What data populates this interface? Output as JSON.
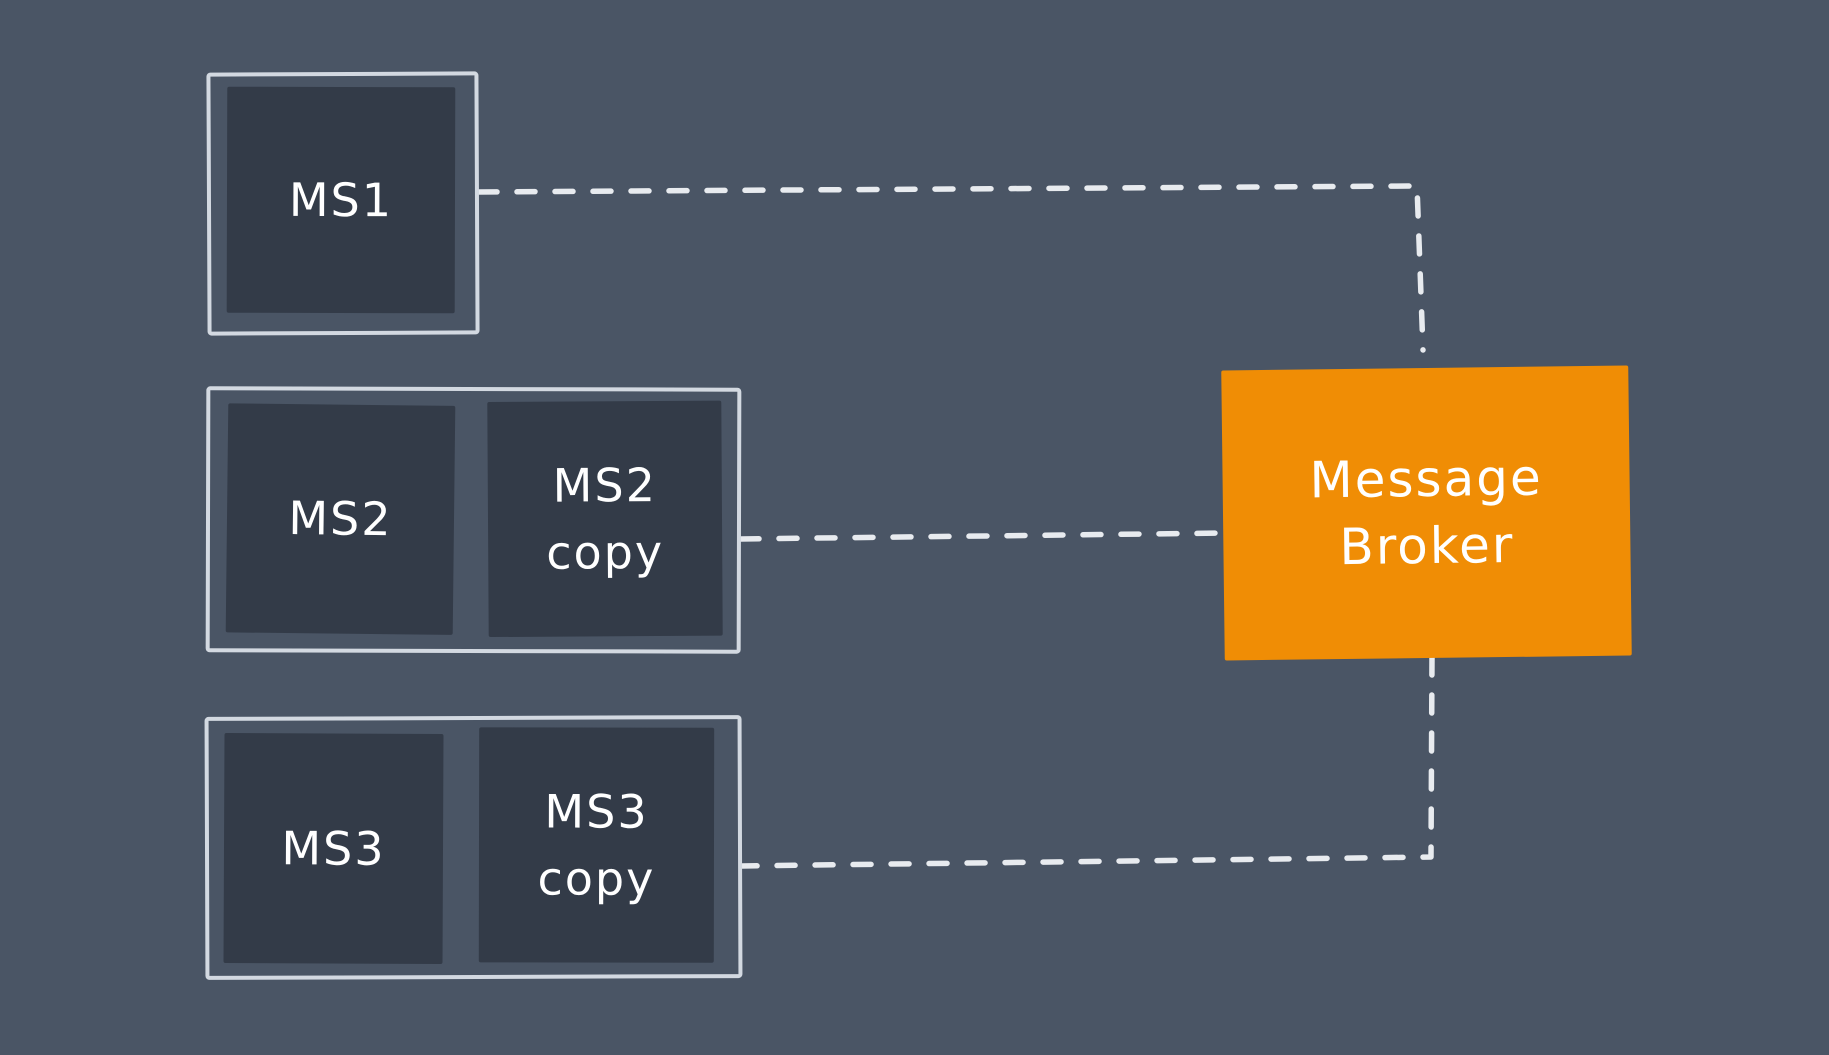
{
  "canvas": {
    "background": "#4a5565"
  },
  "colors": {
    "node_fill": "#333b48",
    "group_border": "#d3d9e1",
    "connector": "#e8ebef",
    "broker_fill": "#f08d05",
    "label_text": "#ffffff"
  },
  "nodes": {
    "ms1": {
      "label": "MS1"
    },
    "ms2": {
      "label": "MS2"
    },
    "ms2_copy": {
      "label": "MS2\ncopy"
    },
    "ms3": {
      "label": "MS3"
    },
    "ms3_copy": {
      "label": "MS3\ncopy"
    },
    "broker": {
      "label": "Message\nBroker"
    }
  },
  "connectors": [
    {
      "id": "ms1-to-broker",
      "from": "MS1",
      "to": "Message Broker",
      "style": "dashed"
    },
    {
      "id": "ms2-to-broker",
      "from": "MS2 group",
      "to": "Message Broker",
      "style": "dashed"
    },
    {
      "id": "broker-to-ms3",
      "from": "Message Broker",
      "to": "MS3 group",
      "style": "dashed"
    }
  ]
}
